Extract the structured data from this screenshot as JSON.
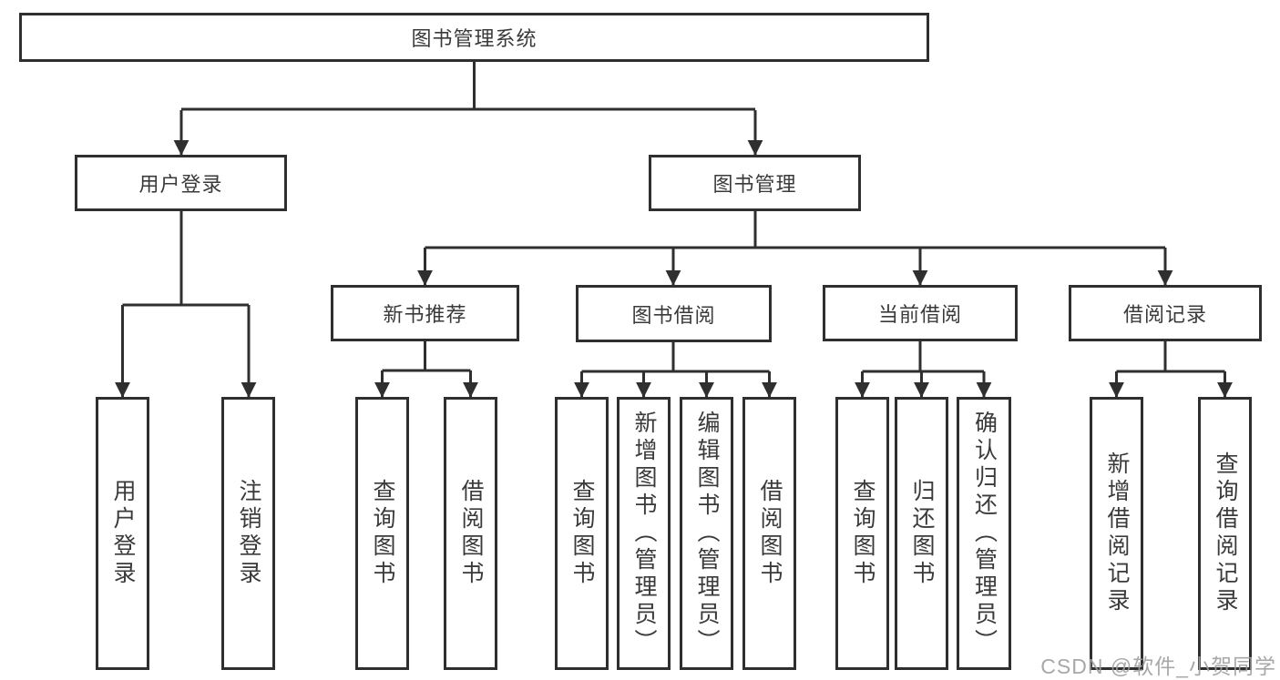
{
  "diagram": {
    "root": {
      "label": "图书管理系统"
    },
    "branches": [
      {
        "label": "用户登录",
        "children": [
          {
            "label": "用户登录"
          },
          {
            "label": "注销登录"
          }
        ]
      },
      {
        "label": "图书管理",
        "children": [
          {
            "label": "新书推荐",
            "children": [
              {
                "label": "查询图书"
              },
              {
                "label": "借阅图书"
              }
            ]
          },
          {
            "label": "图书借阅",
            "children": [
              {
                "label": "查询图书"
              },
              {
                "label": "新增图书（管理员）"
              },
              {
                "label": "编辑图书（管理员）"
              },
              {
                "label": "借阅图书"
              }
            ]
          },
          {
            "label": "当前借阅",
            "children": [
              {
                "label": "查询图书"
              },
              {
                "label": "归还图书"
              },
              {
                "label": "确认归还（管理员）"
              }
            ]
          },
          {
            "label": "借阅记录",
            "children": [
              {
                "label": "新增借阅记录"
              },
              {
                "label": "查询借阅记录"
              }
            ]
          }
        ]
      }
    ]
  },
  "watermark": {
    "text": "CSDN @软件_小贺同学"
  },
  "colors": {
    "line": "#2f2f2f",
    "box_border": "#2f2f2f",
    "box_background": "#ffffff",
    "text": "#3a3a3a",
    "watermark": "#9e9e9e",
    "page_background": "#ffffff"
  }
}
